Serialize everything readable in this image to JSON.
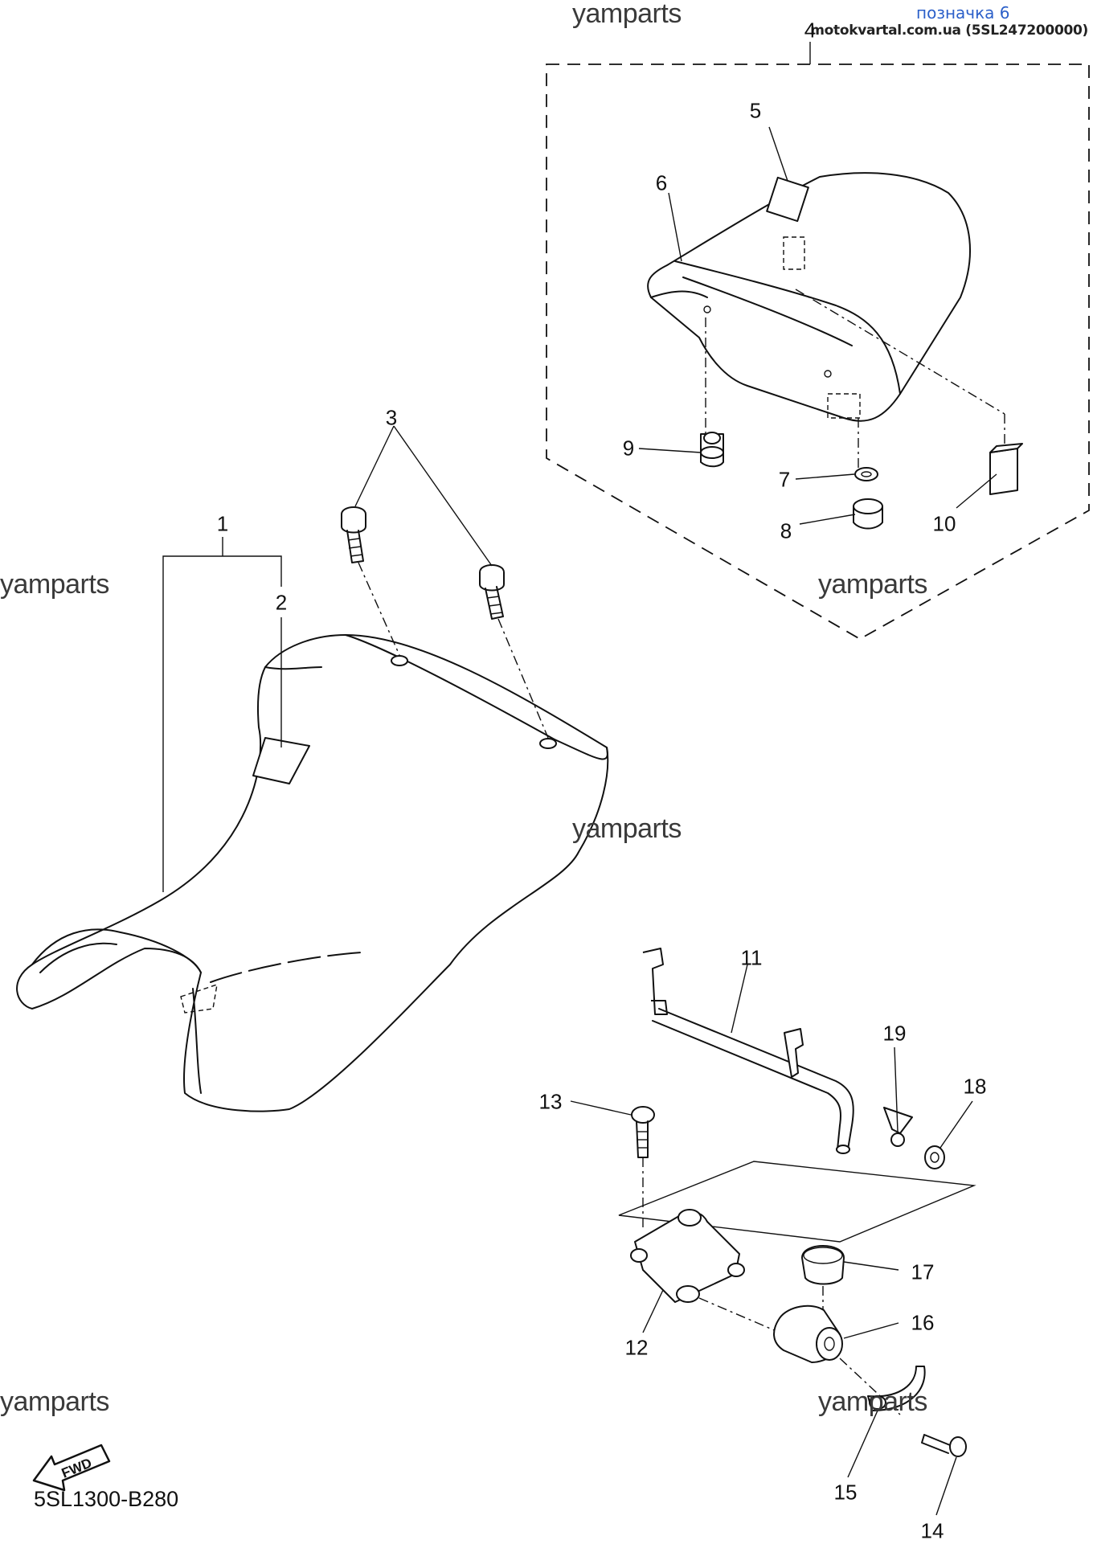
{
  "header": {
    "tag": "позначка 6",
    "site": "motokvartal.com.ua (5SL247200000)"
  },
  "watermarks": [
    "yamparts",
    "yamparts",
    "yamparts",
    "yamparts",
    "yamparts",
    "yamparts"
  ],
  "callouts": [
    "1",
    "2",
    "3",
    "4",
    "5",
    "6",
    "7",
    "8",
    "9",
    "10",
    "11",
    "12",
    "13",
    "14",
    "15",
    "16",
    "17",
    "18",
    "19"
  ],
  "fwd_label": "FWD",
  "diagram_code": "5SL1300-B280"
}
